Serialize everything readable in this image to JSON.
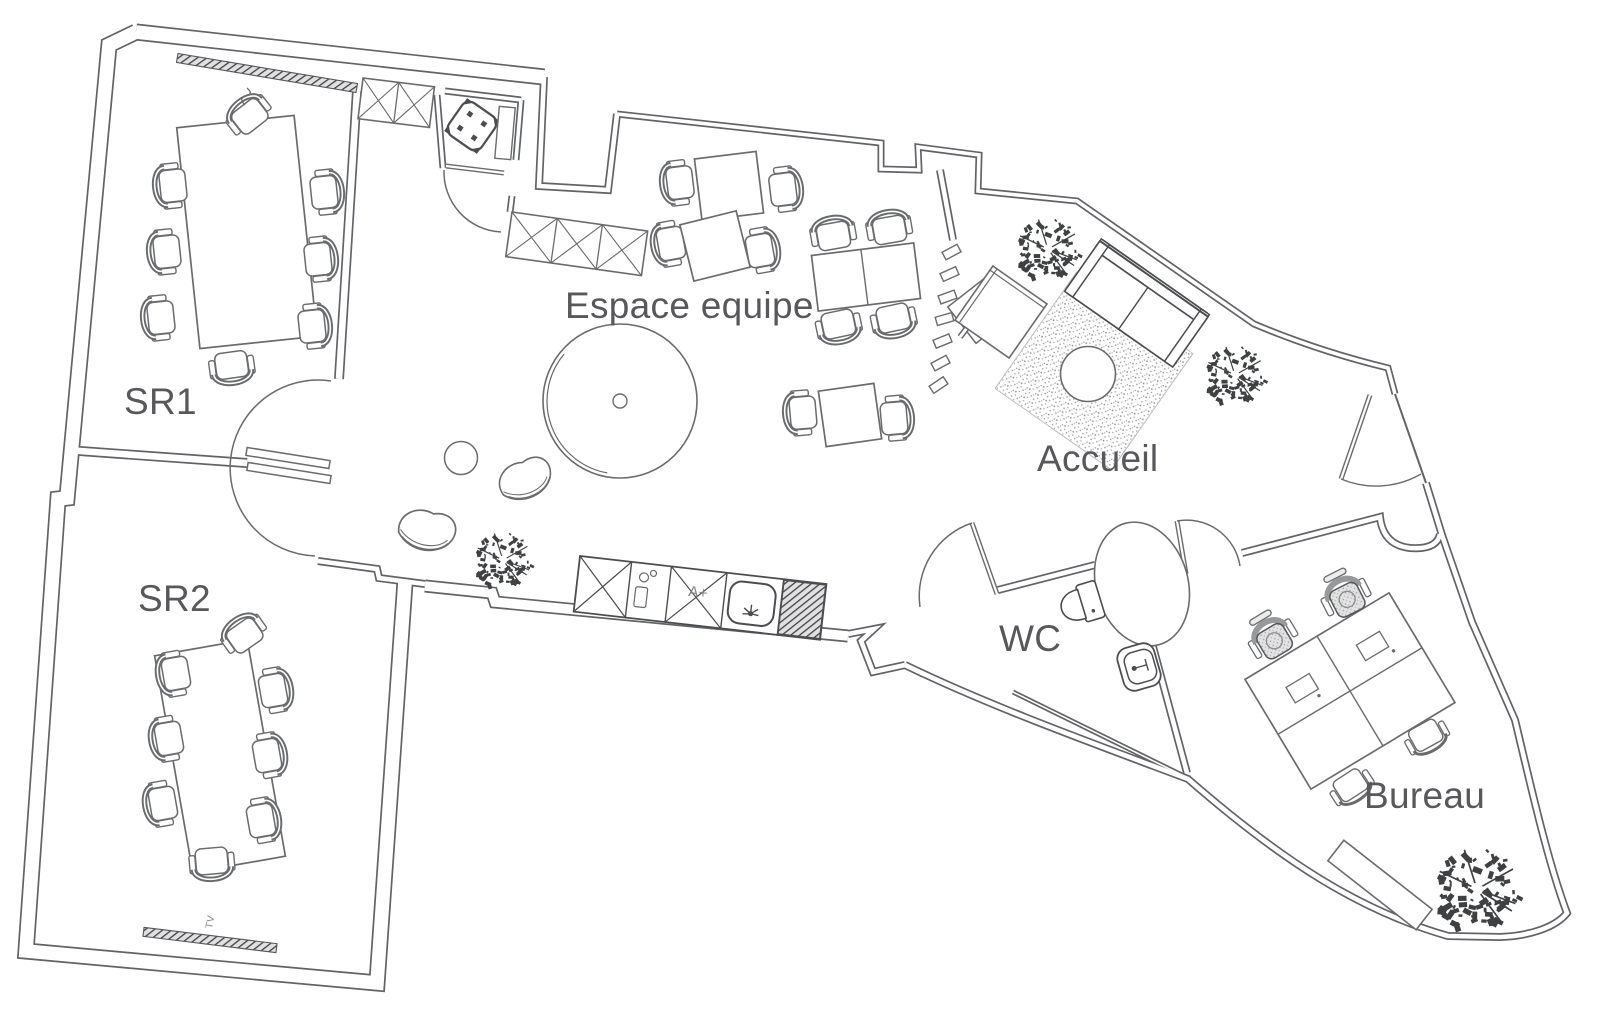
{
  "document": {
    "type": "architectural floor plan",
    "style": "gray line drawing on white"
  },
  "rooms": {
    "sr1": {
      "label": "SR1"
    },
    "sr2": {
      "label": "SR2"
    },
    "espace": {
      "label": "Espace equipe"
    },
    "accueil": {
      "label": "Accueil"
    },
    "wc": {
      "label": "WC"
    },
    "bureau": {
      "label": "Bureau"
    }
  },
  "annotations": {
    "tv_label": "TV",
    "appliance_label": "A+"
  },
  "colors": {
    "wall_line": "#626367",
    "furniture_line": "#6a6b6e",
    "label_text": "#58585c",
    "plant_fill": "#3f4042",
    "background": "#ffffff"
  }
}
